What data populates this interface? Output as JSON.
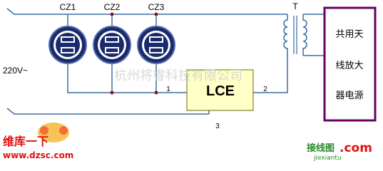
{
  "socket_labels": [
    "CZ1",
    "CZ2",
    "CZ3"
  ],
  "transformer_label": "T",
  "supply_label": "220V~",
  "lce_label": "LCE",
  "pin_labels": {
    "pin1": "1",
    "pin2": "2",
    "pin3": "3"
  },
  "amp_label_lines": [
    "共用天",
    "线放大",
    "器电源"
  ],
  "watermarks": {
    "center_text": "杭州将睿科技有限公司",
    "logo_top_text": "维库一下",
    "logo_url_text": "www.dzsc.com",
    "brand_cn_text": "接线图",
    "brand_dot_com_text": ".com",
    "brand_url_text": "jiexiantu"
  },
  "colors": {
    "wire": "#3a6ea5",
    "socket_fill": "#1b2a6b",
    "socket_ring": "#5a6fb0",
    "node": "#8b1a1a",
    "lce_fill": "#ffffc8",
    "lce_border": "#6b6b00",
    "amp_border": "#660066",
    "watermark": "#c8c8c8",
    "logo_red": "#e01010",
    "brand_green": "#2a8a2a"
  }
}
